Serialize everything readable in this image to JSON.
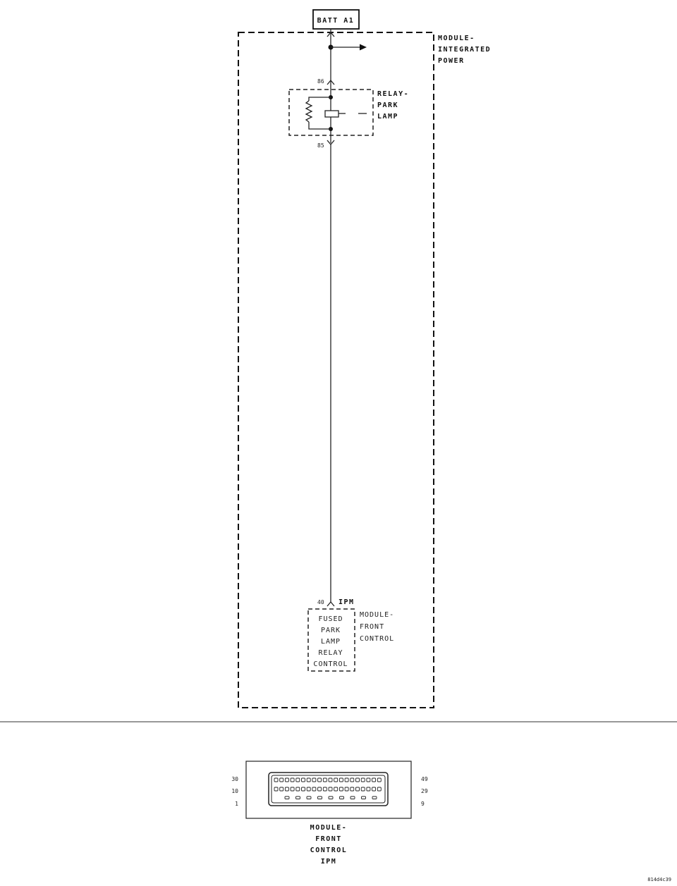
{
  "power_source": {
    "label": "BATT A1"
  },
  "integrated_power_module": {
    "label_lines": [
      "MODULE-",
      "INTEGRATED",
      "POWER"
    ]
  },
  "relay": {
    "label_lines": [
      "RELAY-",
      "PARK",
      "LAMP"
    ],
    "pin_in": "86",
    "pin_out": "85"
  },
  "front_control_module": {
    "connector_label": "IPM",
    "pin": "40",
    "circuit_lines": [
      "FUSED",
      "PARK",
      "LAMP",
      "RELAY",
      "CONTROL"
    ],
    "label_lines": [
      "MODULE-",
      "FRONT",
      "CONTROL"
    ]
  },
  "connector_view": {
    "left_pins": [
      "30",
      "10",
      "1"
    ],
    "right_pins": [
      "49",
      "29",
      "9"
    ],
    "label_lines": [
      "MODULE-",
      "FRONT",
      "CONTROL",
      "IPM"
    ]
  },
  "figure_id": "814d4c39"
}
